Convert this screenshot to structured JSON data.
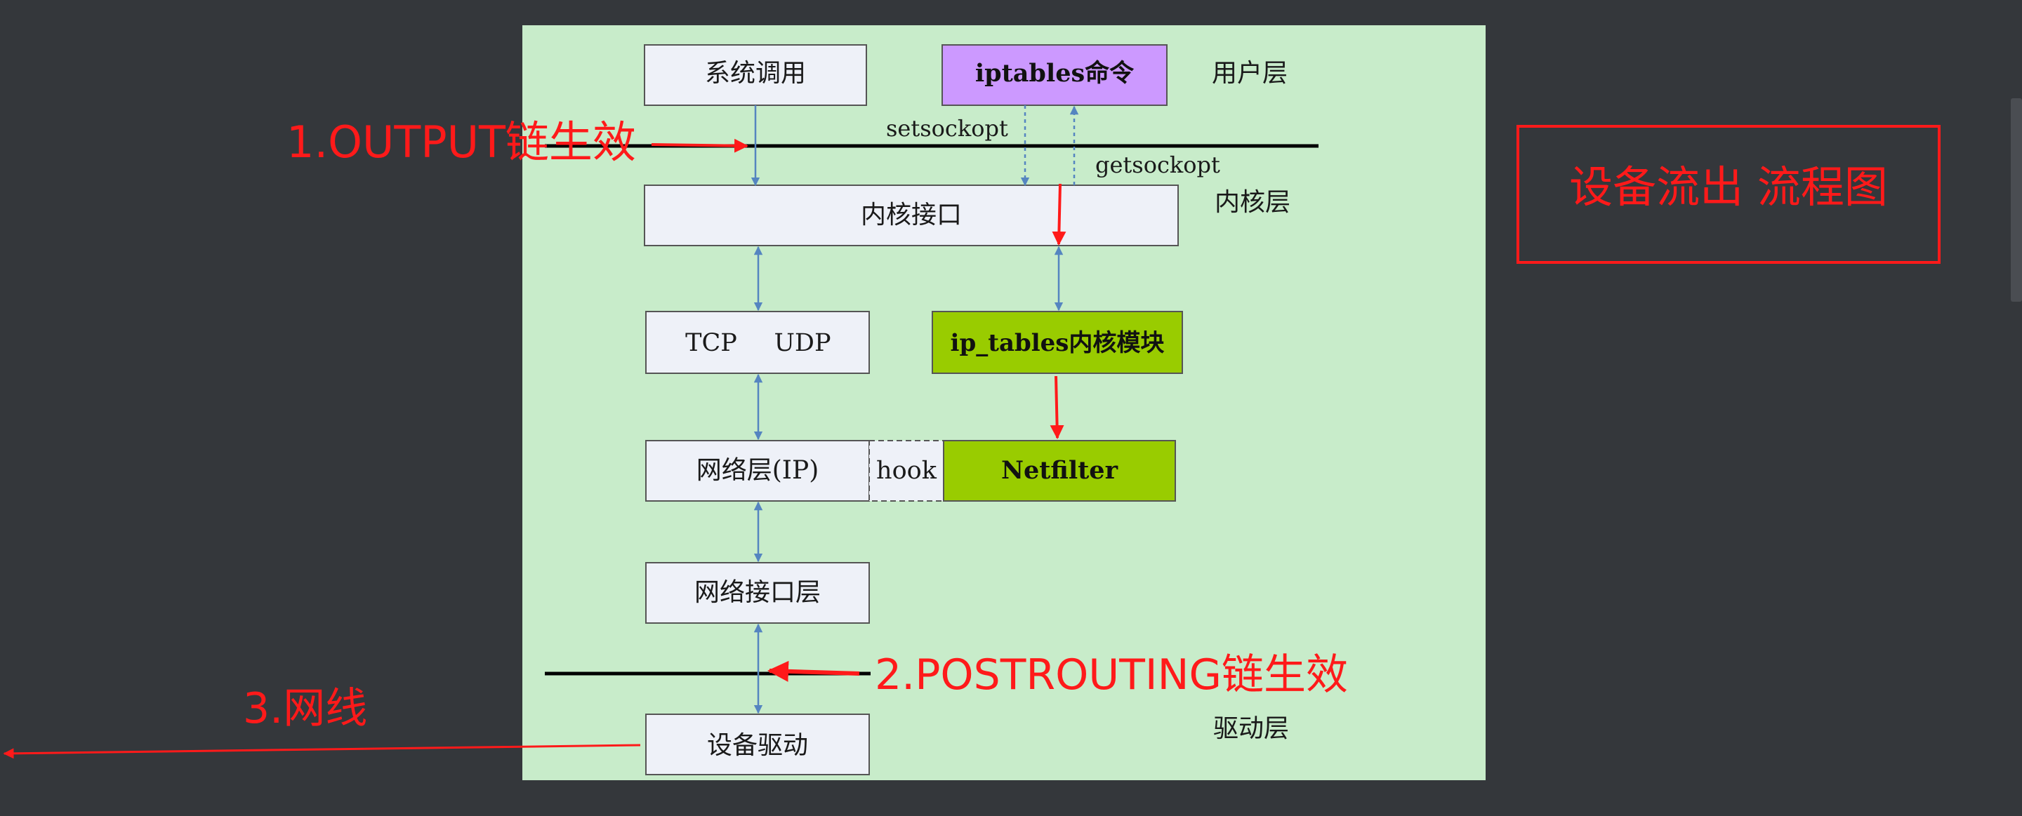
{
  "layers": {
    "user": "用户层",
    "kernel": "内核层",
    "driver": "驱动层"
  },
  "boxes": {
    "syscall": "系统调用",
    "iptables_cmd": "iptables命令",
    "kernel_iface": "内核接口",
    "tcp": "TCP",
    "udp": "UDP",
    "ip_tables_module": "ip_tables内核模块",
    "network_layer": "网络层(IP)",
    "hook": "hook",
    "netfilter": "Netfilter",
    "net_iface_layer": "网络接口层",
    "device_driver": "设备驱动"
  },
  "edge_labels": {
    "setsockopt": "setsockopt",
    "getsockopt": "getsockopt"
  },
  "annotations": {
    "output_chain": "1.OUTPUT链生效",
    "postrouting_chain": "2.POSTROUTING链生效",
    "wire": "3.网线",
    "flow_title": "设备流出 流程图"
  },
  "colors": {
    "background": "#34373b",
    "panel": "#c8ecca",
    "box_fill": "#eef1f8",
    "purple_box": "#cc99ff",
    "green_box": "#99cc00",
    "arrow_blue": "#5585c0",
    "annotation_red": "#ff1a1a"
  }
}
